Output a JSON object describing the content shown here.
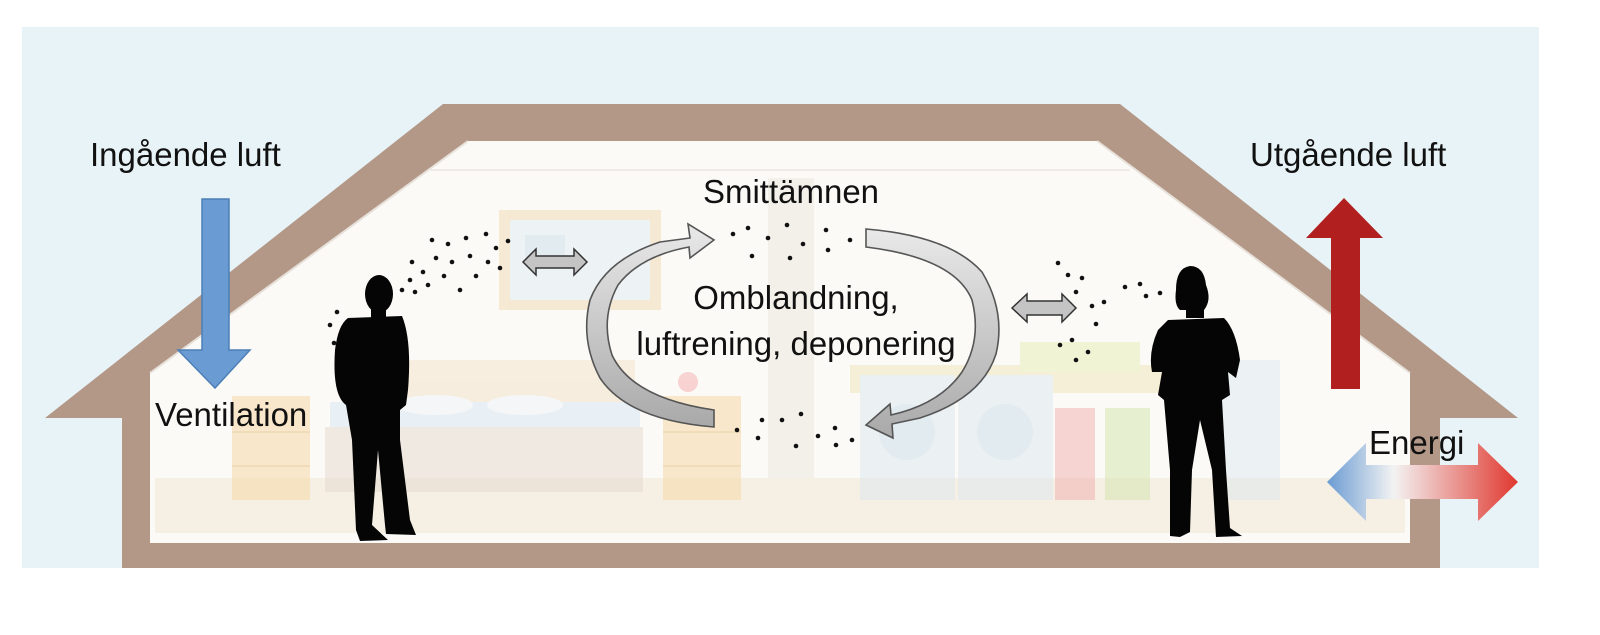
{
  "diagram": {
    "labels": {
      "incoming_air": "Ingående luft",
      "outgoing_air": "Utgående luft",
      "ventilation": "Ventilation",
      "energy": "Energi",
      "pathogens": "Smittämnen",
      "mixing_line1": "Omblandning,",
      "mixing_line2": "luftrening, deponering"
    },
    "colors": {
      "sky": "#e8f3f7",
      "roof": "#b39888",
      "interior": "#fbfaf7",
      "incoming_arrow": "#6a9bd2",
      "outgoing_arrow": "#b11f1f",
      "energy_cold": "#6a9bd2",
      "energy_hot": "#e0382f",
      "silhouette": "#050505",
      "exchange_arrow": "#c4c4c4"
    },
    "icons": [
      "person-silhouette",
      "woman-silhouette",
      "circulation-arrows",
      "exchange-arrow",
      "aerosol-particles"
    ]
  }
}
